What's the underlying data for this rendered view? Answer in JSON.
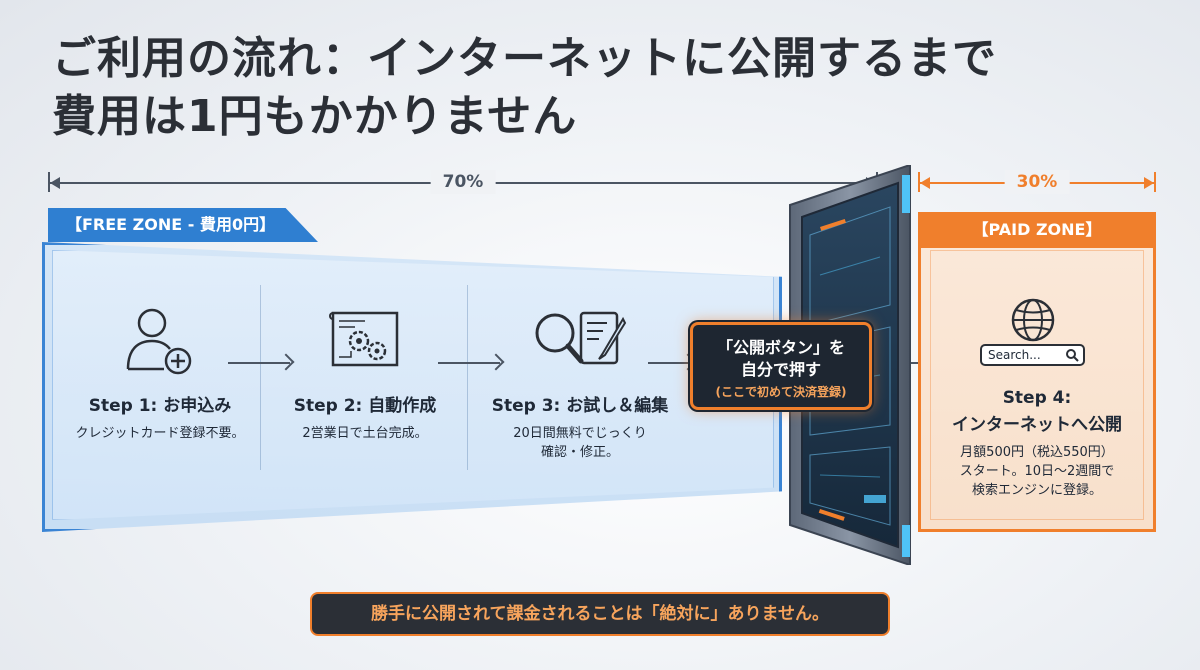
{
  "title": {
    "line1": "ご利用の流れ：インターネットに公開するまで",
    "line2": "費用は1円もかかりません"
  },
  "dimensions": {
    "free_label": "70%",
    "paid_label": "30%"
  },
  "free_zone": {
    "tab_label": "【FREE ZONE - 費用0円】",
    "steps": [
      {
        "title": "Step 1: お申込み",
        "desc_lines": [
          "クレジットカード登録不要。"
        ],
        "icon": "user-add-icon"
      },
      {
        "title": "Step 2: 自動作成",
        "desc_lines": [
          "2営業日で土台完成。"
        ],
        "icon": "blueprint-gears-icon"
      },
      {
        "title": "Step 3: お試し＆編集",
        "desc_lines": [
          "20日間無料でじっくり",
          "確認・修正。"
        ],
        "icon": "magnifier-edit-icon"
      }
    ]
  },
  "publish_button": {
    "line1": "「公開ボタン」を",
    "line2": "自分で押す",
    "note": "(ここで初めて決済登録)"
  },
  "paid_zone": {
    "tab_label": "【PAID ZONE】",
    "search_placeholder": "Search...",
    "step_title_line1": "Step 4:",
    "step_title_line2": "インターネットへ公開",
    "desc_lines": [
      "月額500円（税込550円）",
      "スタート。10日〜2週間で",
      "検索エンジンに登録。"
    ],
    "icon": "globe-icon"
  },
  "notice": "勝手に公開されて課金されることは「絶対に」ありません。",
  "colors": {
    "free": "#2f7fd1",
    "paid": "#f07f2c",
    "dark": "#2b2f36"
  }
}
